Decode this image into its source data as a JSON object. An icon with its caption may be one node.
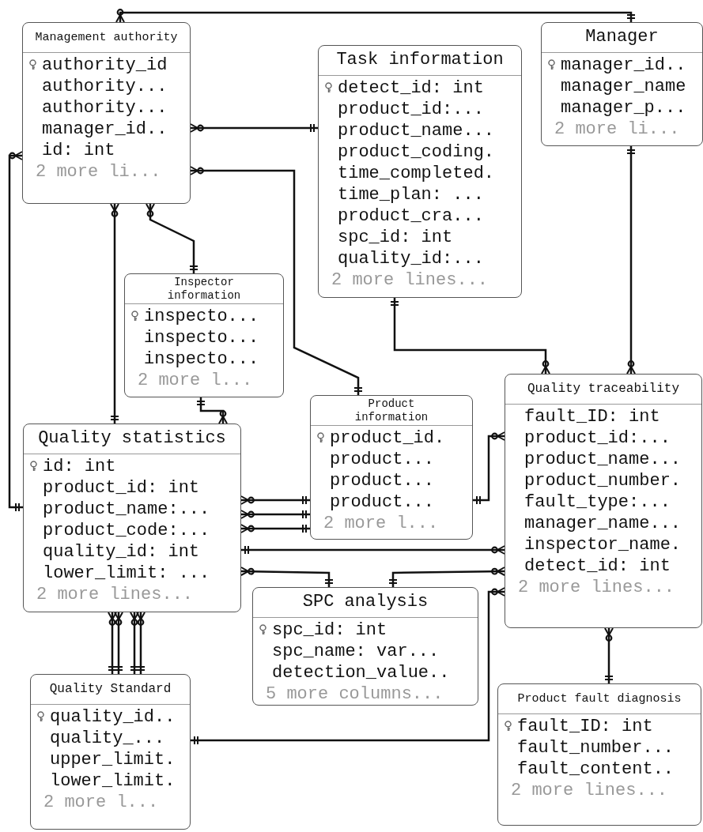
{
  "diagram": {
    "nodes": [
      {
        "text": [
          "Management authority",
          "authority_id",
          "authority...",
          "authority...",
          "manager_id..",
          "id: int",
          "2 more li..."
        ]
      },
      {
        "text": [
          "Task information",
          "detect_id: int",
          "product_id:...",
          "product_name...",
          "product_coding.",
          "time_completed.",
          "time_plan: ...",
          "product_cra...",
          "spc_id: int",
          "quality_id:...",
          "2 more lines..."
        ]
      },
      {
        "text": [
          "Manager",
          "manager_id..",
          "manager_name",
          "manager_p...",
          "2 more li..."
        ]
      },
      {
        "text": [
          "Inspector information",
          "inspecto...",
          "inspecto...",
          "inspecto...",
          "2 more l..."
        ]
      },
      {
        "text": [
          "Quality statistics",
          "id: int",
          "product_id: int",
          "product_name:...",
          "product_code:...",
          "quality_id: int",
          "lower_limit: ...",
          "2 more lines..."
        ]
      },
      {
        "text": [
          "Product information",
          "product_id.",
          "product...",
          "product...",
          "product...",
          "2 more l..."
        ]
      },
      {
        "text": [
          "Quality traceability",
          "fault_ID: int",
          "product_id:...",
          "product_name...",
          "product_number.",
          "fault_type:...",
          "manager_name...",
          "inspector_name.",
          "detect_id: int",
          "2 more lines..."
        ]
      },
      {
        "text": [
          "SPC analysis",
          "spc_id: int",
          "spc_name: var...",
          "detection_value..",
          "5 more columns..."
        ]
      },
      {
        "text": [
          "Quality Standard",
          "quality_id..",
          "quality_...",
          "upper_limit.",
          "lower_limit.",
          "2 more l..."
        ]
      },
      {
        "text": [
          "Product fault diagnosis",
          "fault_ID: int",
          "fault_number...",
          "fault_content..",
          "2 more lines..."
        ]
      }
    ],
    "edges": [
      {
        "from": 0,
        "to": 2,
        "arrow": "other"
      },
      {
        "from": 0,
        "to": 1,
        "arrow": "other"
      },
      {
        "from": 0,
        "to": 5,
        "arrow": "other"
      },
      {
        "from": 0,
        "to": 4,
        "arrow": "other"
      },
      {
        "from": 0,
        "to": 4,
        "arrow": "other"
      },
      {
        "from": 0,
        "to": 3,
        "arrow": "other"
      },
      {
        "from": 4,
        "to": 3,
        "arrow": "other"
      },
      {
        "from": 4,
        "to": 5,
        "arrow": "other"
      },
      {
        "from": 4,
        "to": 5,
        "arrow": "other"
      },
      {
        "from": 4,
        "to": 5,
        "arrow": "other"
      },
      {
        "from": 6,
        "to": 5,
        "arrow": "other"
      },
      {
        "from": 6,
        "to": 1,
        "arrow": "other"
      },
      {
        "from": 6,
        "to": 2,
        "arrow": "other"
      },
      {
        "from": 6,
        "to": 4,
        "arrow": "other"
      },
      {
        "from": 4,
        "to": 7,
        "arrow": "other"
      },
      {
        "from": 6,
        "to": 7,
        "arrow": "other"
      },
      {
        "from": 6,
        "to": 8,
        "arrow": "other"
      },
      {
        "from": 6,
        "to": 9,
        "arrow": "other"
      },
      {
        "from": 4,
        "to": 8,
        "arrow": "other"
      },
      {
        "from": 4,
        "to": 8,
        "arrow": "other"
      },
      {
        "from": 4,
        "to": 8,
        "arrow": "other"
      },
      {
        "from": 4,
        "to": 8,
        "arrow": "other"
      }
    ]
  }
}
